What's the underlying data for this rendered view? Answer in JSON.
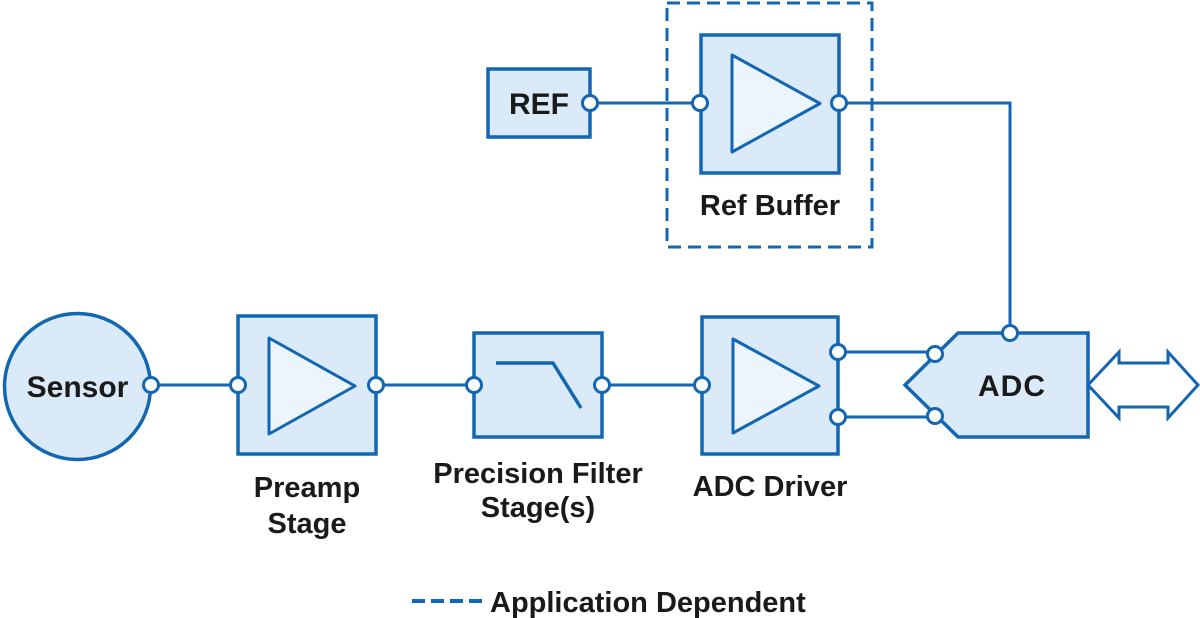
{
  "colors": {
    "stroke_blue": "#1266B2",
    "fill_light": "#DAEAF8",
    "fill_lighter": "#EDF5FC",
    "text_dark": "#1A1A1A",
    "background": "#FFFFFF"
  },
  "diagram": {
    "sensor": {
      "label": "Sensor"
    },
    "preamp": {
      "label_line1": "Preamp",
      "label_line2": "Stage"
    },
    "filter": {
      "label_line1": "Precision Filter",
      "label_line2": "Stage(s)"
    },
    "adc_driver": {
      "label": "ADC Driver"
    },
    "adc": {
      "label": "ADC"
    },
    "ref": {
      "label": "REF"
    },
    "ref_buffer": {
      "label": "Ref Buffer"
    }
  },
  "legend": {
    "dashed_meaning": "Application Dependent"
  }
}
